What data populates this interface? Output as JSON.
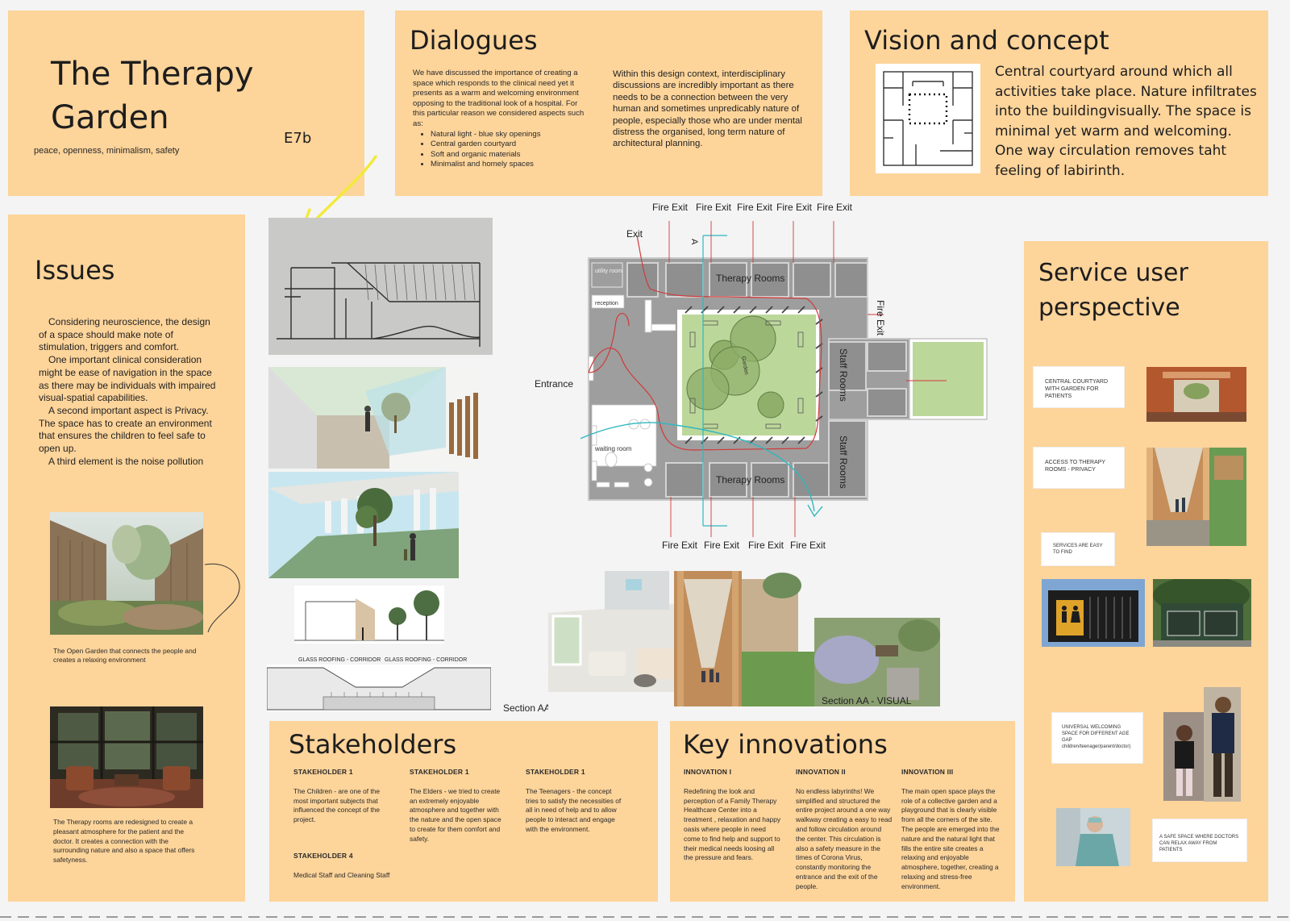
{
  "title_panel": {
    "title": "The Therapy Garden",
    "subtitle": "peace, openness, minimalism, safety",
    "code": "E7b"
  },
  "dialogues": {
    "title": "Dialogues",
    "para1": "We have discussed the importance of creating a space which responds to the clinical need yet it presents as a warm and welcoming environment opposing to the traditional look of a hospital. For this particular reason we considered aspects such as:",
    "bullets": [
      "Natural light - blue sky openings",
      "Central garden courtyard",
      "Soft and organic materials",
      "Minimalist and homely spaces"
    ],
    "para2": "Within this design context, interdisciplinary discussions are incredibly important as there needs to be a connection between the very human and sometimes unpredicably nature of people, especially those who are under mental distress the organised, long term nature of architectural planning."
  },
  "vision": {
    "title": "Vision and concept",
    "text": "Central courtyard around which all activities take place. Nature infiltrates into the buildingvisually. The space is minimal yet warm and welcoming. One way circulation removes taht feeling of labirinth."
  },
  "issues": {
    "title": "Issues",
    "p1": "Considering neuroscience, the design of a space should make note of stimulation, triggers and comfort.",
    "p2": "One important clinical consideration might be ease of navigation in the space as there may be individuals with impaired visual-spatial capabilities.",
    "p3": "A second important aspect is Privacy. The space has to create an environment that ensures the children to feel safe to open up.",
    "p4": "A third element is the noise pollution",
    "caption1": "The Open Garden that connects the people and creates a relaxing environment",
    "caption2": "The Therapy rooms are redesigned to create a pleasant atmosphere for the patient and the doctor. It creates a connection with the surrounding nature and also a space that offers safetyness."
  },
  "plan": {
    "fire_exit": "Fire Exit",
    "exit": "Exit",
    "entrance": "Entrance",
    "therapy_rooms": "Therapy Rooms",
    "staff_rooms": "Staff Rooms",
    "utility": "utility room",
    "reception": "reception",
    "waiting": "waiting room",
    "garden": "Garden",
    "section_mark": "A"
  },
  "sections": {
    "glass1": "GLASS ROOFING - CORRIDOR",
    "glass2": "GLASS ROOFING - CORRIDOR",
    "concept": "Section AA - CONCEPT",
    "visual": "Section AA - VISUAL"
  },
  "stakeholders": {
    "title": "Stakeholders",
    "items": [
      {
        "head": "STAKEHOLDER 1",
        "text": "The Children - are one of the most important subjects that influenced the concept of the project."
      },
      {
        "head": "STAKEHOLDER 1",
        "text": "The Elders - we tried to create an extremely enjoyable atmosphere and together with the nature and the open space to create for them comfort and safety."
      },
      {
        "head": "STAKEHOLDER 1",
        "text": "The Teenagers - the concept tries to satisfy the necessities of all in need of help and to allow people to interact and engage with the environment."
      },
      {
        "head": "STAKEHOLDER 4",
        "text": "Medical Staff and Cleaning Staff"
      }
    ]
  },
  "innovations": {
    "title": "Key innovations",
    "items": [
      {
        "head": "INNOVATION I",
        "text": "Redefining the look and perception of a Family Therapy Healthcare Center into a treatment , relaxation and happy oasis where people in need come to find help and support to their medical needs loosing all the pressure and fears."
      },
      {
        "head": "INNOVATION II",
        "text": "No endless labyrinths! We simplified and structured the entire project around a one way walkway creating a easy to read and follow circulation around the center. This circulation is also a safety measure in the times of Corona Virus, constantly monitoring the entrance and the exit of the people."
      },
      {
        "head": "INNOVATION III",
        "text": "The main open space plays the role of a collective garden and a playground that is clearly visible from all the corners of the site. The people are emerged into the nature and the natural light that fills the entire site creates a relaxing and enjoyable atmosphere, together, creating a relaxing and stress-free environment."
      }
    ]
  },
  "service": {
    "title": "Service user perspective",
    "card1": "CENTRAL COURTYARD WITH GARDEN FOR PATIENTS",
    "card2": "ACCESS TO THERAPY ROOMS - PRIVACY",
    "card3": "SERVICES ARE EASY TO FIND",
    "card4": "UNIVERSAL WELCOMING SPACE FOR DIFFERENT AGE GAP children/teenager/parent/doctor)",
    "card5": "A SAFE SPACE WHERE DOCTORS CAN RELAX AWAY FROM PATIENTS"
  }
}
